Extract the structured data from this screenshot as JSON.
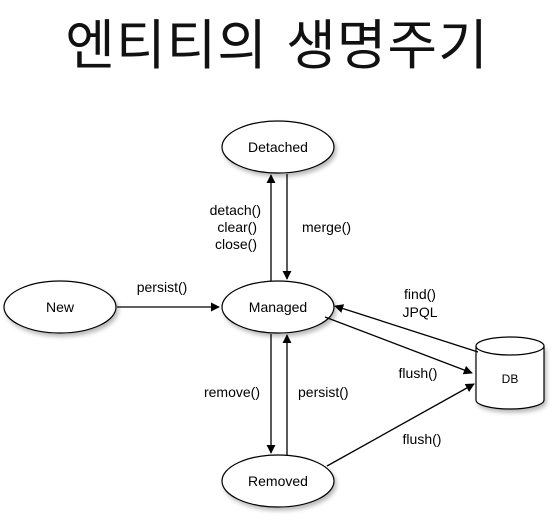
{
  "title": "엔티티의 생명주기",
  "states": {
    "new": "New",
    "managed": "Managed",
    "detached": "Detached",
    "removed": "Removed",
    "db": "DB"
  },
  "transitions": {
    "new_to_managed": [
      "persist()"
    ],
    "managed_to_detached": [
      "detach()",
      "clear()",
      "close()"
    ],
    "detached_to_managed": [
      "merge()"
    ],
    "managed_to_removed": [
      "remove()"
    ],
    "removed_to_managed": [
      "persist()"
    ],
    "db_to_managed": [
      "find()",
      "JPQL"
    ],
    "managed_to_db": [
      "flush()"
    ],
    "removed_to_db": [
      "flush()"
    ]
  }
}
